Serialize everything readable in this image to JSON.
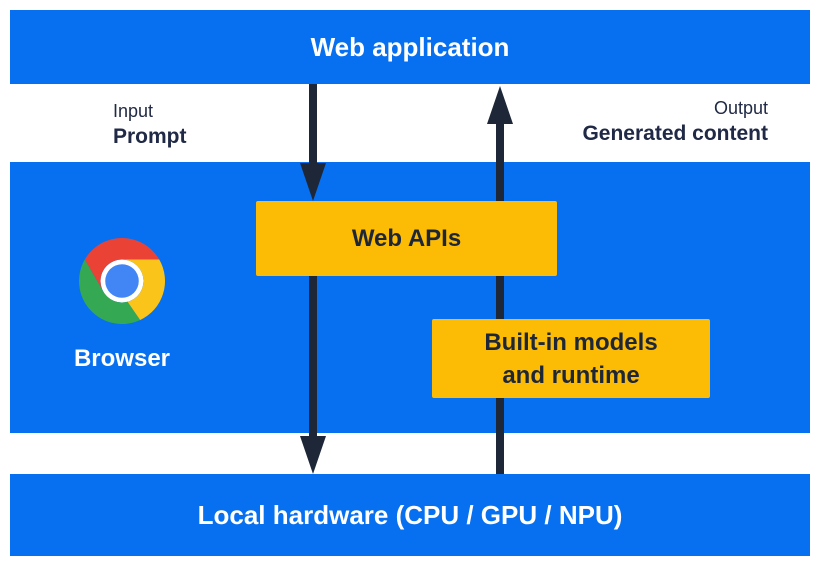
{
  "diagram": {
    "top_bar": {
      "label": "Web application"
    },
    "io": {
      "input_caption": "Input",
      "input_label": "Prompt",
      "output_caption": "Output",
      "output_label": "Generated content"
    },
    "browser_band": {
      "label": "Browser",
      "web_apis": {
        "label": "Web APIs"
      },
      "builtin_models": {
        "line1": "Built-in models",
        "line2": "and runtime"
      }
    },
    "bottom_bar": {
      "label": "Local hardware (CPU / GPU / NPU)"
    },
    "icons": {
      "chrome_logo": "chrome-browser-logo"
    },
    "arrows": [
      {
        "name": "input-flow",
        "direction": "down",
        "from": "Web application",
        "to": "Local hardware (CPU / GPU / NPU)",
        "through": "Web APIs"
      },
      {
        "name": "output-flow",
        "direction": "up",
        "from": "Local hardware (CPU / GPU / NPU)",
        "to": "Web application",
        "through": "Built-in models and runtime"
      }
    ]
  },
  "colors": {
    "blue": "#0770f0",
    "yellow": "#fcbc05",
    "navy": "#1d2737",
    "label-navy": "#202945",
    "white": "#ffffff",
    "chrome-red": "#ea4335",
    "chrome-yellow": "#fbc41a",
    "chrome-green": "#34a853",
    "chrome-blue": "#4285f4"
  }
}
